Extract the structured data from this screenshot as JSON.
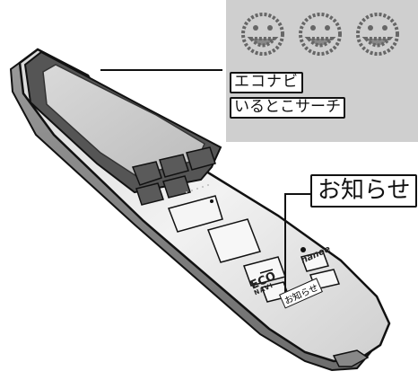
{
  "lcd_display": {
    "icons": [
      "smiley-face-icon",
      "smiley-face-icon",
      "smiley-face-icon"
    ],
    "eco_navi_label": "エコナビ",
    "search_label": "いるとこサーチ"
  },
  "remote": {
    "eco_mark": "ECO",
    "eco_sub": "NAVI",
    "nanoe_mark": "nanoe",
    "notice_button_label": "お知らせ"
  },
  "callout": {
    "notice_label": "お知らせ"
  },
  "colors": {
    "body": "#eeeeee",
    "lcd_panel": "#c8c8c8",
    "outline": "#111111"
  }
}
